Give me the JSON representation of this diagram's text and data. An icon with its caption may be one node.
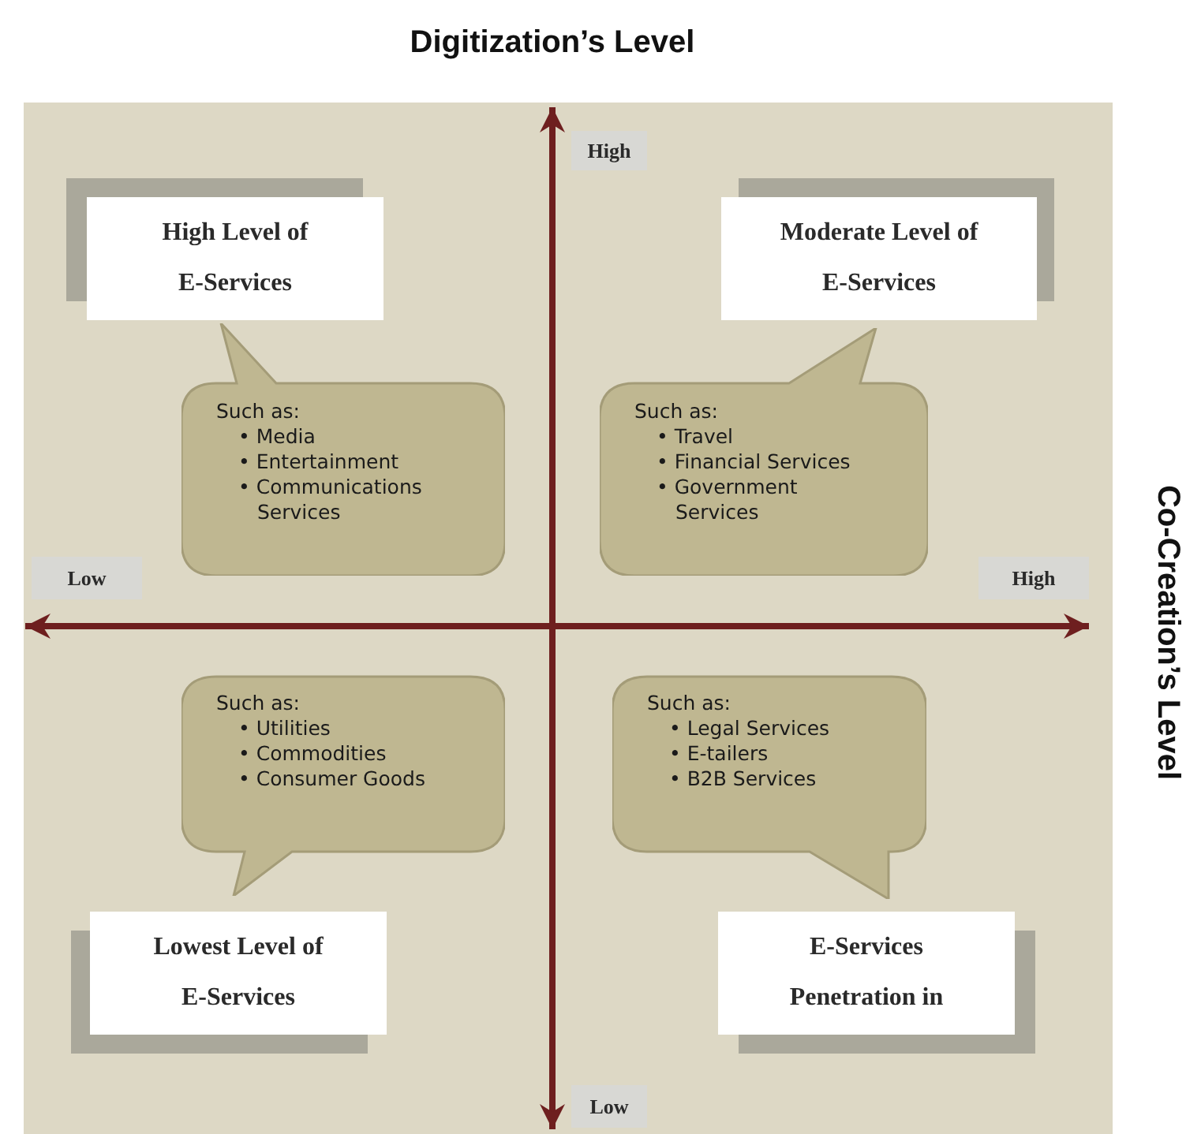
{
  "diagram": {
    "title": "Digitization’s Level",
    "nodes": [
      {
        "text": [
          "High Level of E-Services"
        ]
      },
      {
        "text": [
          "Moderate Level of E-Services"
        ]
      },
      {
        "text": [
          "Such as:",
          "• Media",
          "• Entertainment",
          "• Communications Services"
        ]
      },
      {
        "text": [
          "Such as:",
          "• Travel",
          "• Financial Services",
          "• Government Services"
        ]
      },
      {
        "text": [
          "Such as:",
          "• Utilities",
          "• Commodities",
          "• Consumer Goods"
        ]
      },
      {
        "text": [
          "Such as:",
          "• Legal Services",
          "• E-tailers",
          "• B2B Services"
        ]
      },
      {
        "text": [
          "Lowest Level of E-Services"
        ]
      },
      {
        "text": [
          "E-Services Penetration in"
        ]
      }
    ],
    "labels": [
      "High",
      "Low",
      "High",
      "Low",
      "Co-Creation’s Level"
    ]
  }
}
